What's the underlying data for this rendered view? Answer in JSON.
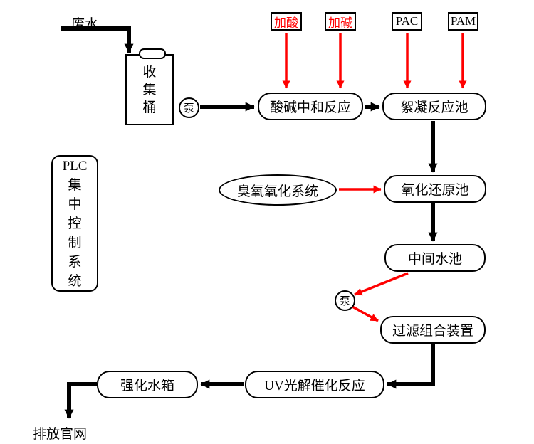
{
  "diagram": {
    "wastewater_label": "废水",
    "discharge_label": "排放官网",
    "collection_bucket": "收集桶",
    "pump": "泵",
    "neutralization": "酸碱中和反应",
    "flocculation": "絮凝反应池",
    "redox_tank": "氧化还原池",
    "intermediate_tank": "中间水池",
    "filter_unit": "过滤组合装置",
    "uv_reactor": "UV光解催化反应",
    "boost_tank": "强化水箱",
    "ozone_system": "臭氧氧化系统",
    "plc": {
      "title": "PLC",
      "body": "集中控制系统"
    },
    "dosing": {
      "acid": "加酸",
      "alkali": "加碱",
      "pac": "PAC",
      "pam": "PAM"
    },
    "colors": {
      "main_flow": "#000000",
      "dosing_flow": "#ff0000",
      "node_border": "#000000",
      "background": "#ffffff"
    }
  }
}
